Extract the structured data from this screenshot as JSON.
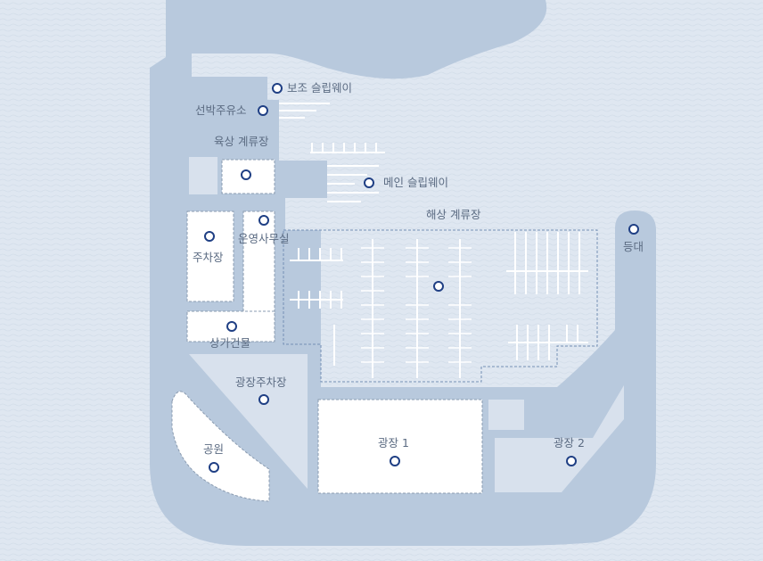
{
  "colors": {
    "water": "#dfe7f1",
    "land": "#b8c9dd",
    "light_land": "#d8e1ed",
    "building": "#ffffff",
    "dash": "#8a9bb0",
    "pier": "#ffffff",
    "pin_ring": "#1f3f84",
    "label": "#5b6b82"
  },
  "labels": {
    "aux_slipway": "보조 슬립웨이",
    "fuel_station": "선박주유소",
    "land_berth": "육상 계류장",
    "main_slipway": "메인 슬립웨이",
    "sea_berth": "해상 계류장",
    "lighthouse": "등대",
    "parking": "주차장",
    "office": "운영사무실",
    "commercial": "상가건물",
    "plaza_parking": "광장주차장",
    "park": "공원",
    "plaza1": "광장 1",
    "plaza2": "광장 2"
  },
  "icons": [
    "location-pin-icon"
  ]
}
